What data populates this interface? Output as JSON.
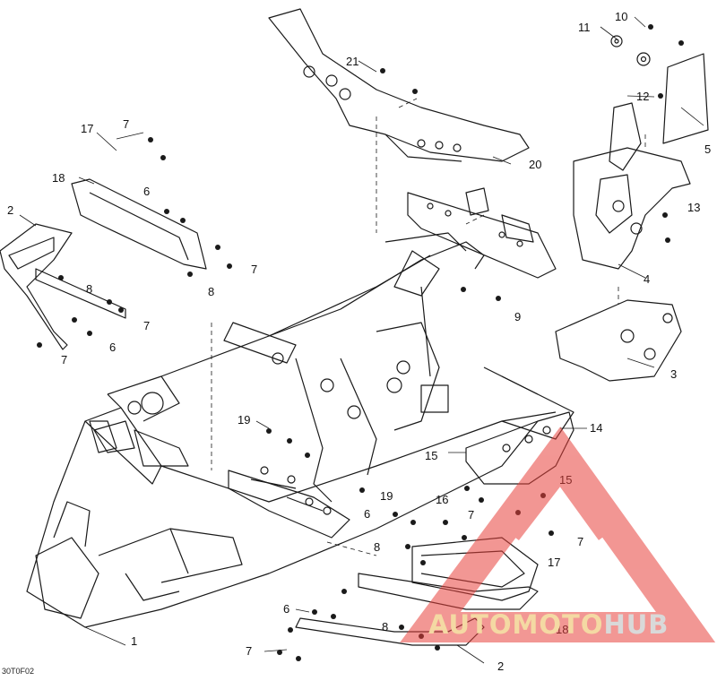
{
  "diagram": {
    "reference": "30T0F02",
    "callouts": [
      "1",
      "2",
      "3",
      "4",
      "5",
      "6",
      "7",
      "8",
      "9",
      "10",
      "11",
      "12",
      "13",
      "14",
      "15",
      "16",
      "17",
      "18",
      "19",
      "20",
      "21"
    ]
  },
  "watermark": {
    "brand_part1": "AUTOMOTO",
    "brand_part2": "HUB",
    "color_main": "#e8423c",
    "color_text1": "#f4c77a",
    "color_text2": "#bdbdbd"
  }
}
